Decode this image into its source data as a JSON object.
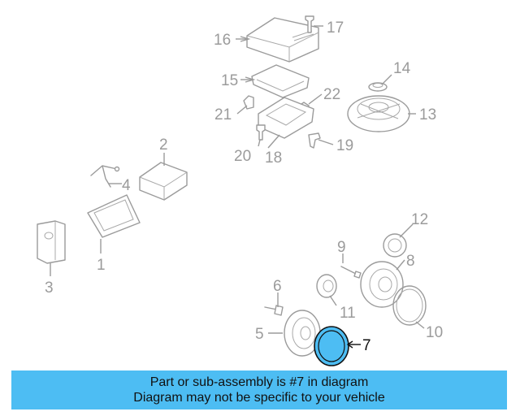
{
  "callouts": {
    "c1": "1",
    "c2": "2",
    "c3": "3",
    "c4": "4",
    "c5": "5",
    "c6": "6",
    "c7": "7",
    "c8": "8",
    "c9": "9",
    "c10": "10",
    "c11": "11",
    "c12": "12",
    "c13": "13",
    "c14": "14",
    "c15": "15",
    "c16": "16",
    "c17": "17",
    "c18": "18",
    "c19": "19",
    "c20": "20",
    "c21": "21",
    "c22": "22"
  },
  "highlight": {
    "part_number": "7",
    "color": "#4dbdf3"
  },
  "banner": {
    "line1": "Part or sub-assembly is #7 in diagram",
    "line2": "Diagram may not be specific to your vehicle"
  }
}
